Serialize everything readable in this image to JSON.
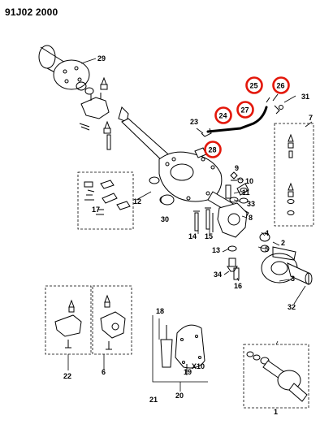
{
  "diagram_id": "91J02 2000",
  "colors": {
    "highlight": "#e3170a",
    "ink": "#000000"
  },
  "callouts": {
    "c1": "1",
    "c2": "2",
    "c3": "3",
    "c4": "4",
    "c5": "5",
    "c6": "6",
    "c7": "7",
    "c8": "8",
    "c9": "9",
    "c10": "10",
    "c11": "11",
    "c12": "12",
    "c13": "13",
    "c14": "14",
    "c15": "15",
    "c16": "16",
    "c17": "17",
    "c18": "18",
    "c19": "19",
    "c20": "20",
    "c21": "21",
    "c22": "22",
    "c23": "23",
    "c24": "24",
    "c25": "25",
    "c26": "26",
    "c27": "27",
    "c28": "28",
    "c29": "29",
    "c30": "30",
    "c31": "31",
    "c32": "32",
    "c33": "33",
    "c34": "34",
    "x10": "X10"
  },
  "highlighted_callouts": [
    "24",
    "25",
    "26",
    "27",
    "28"
  ]
}
